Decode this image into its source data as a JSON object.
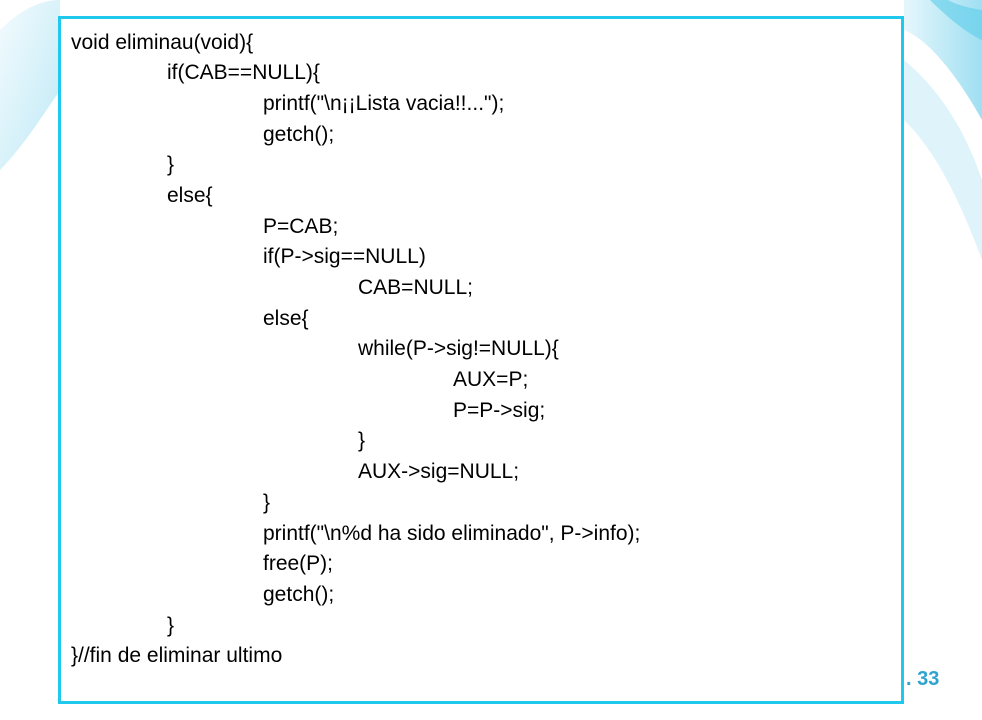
{
  "slide": {
    "page_number": ". 33",
    "colors": {
      "accent": "#1fc9ee",
      "background_wave": "#cdeff8",
      "page_number": "#2fa3cf"
    }
  },
  "code": {
    "lines": [
      "void eliminau(void){",
      "if(CAB==NULL){",
      "printf(\"\\n¡¡Lista vacia!!...\");",
      "getch();",
      "}",
      "else{",
      "P=CAB;",
      "if(P->sig==NULL)",
      "CAB=NULL;",
      "else{",
      "while(P->sig!=NULL){",
      "AUX=P;",
      "P=P->sig;",
      "}",
      "AUX->sig=NULL;",
      "}",
      "printf(\"\\n%d ha sido eliminado\", P->info);",
      "free(P);",
      "getch();",
      "}",
      "}//fin de eliminar ultimo"
    ]
  }
}
